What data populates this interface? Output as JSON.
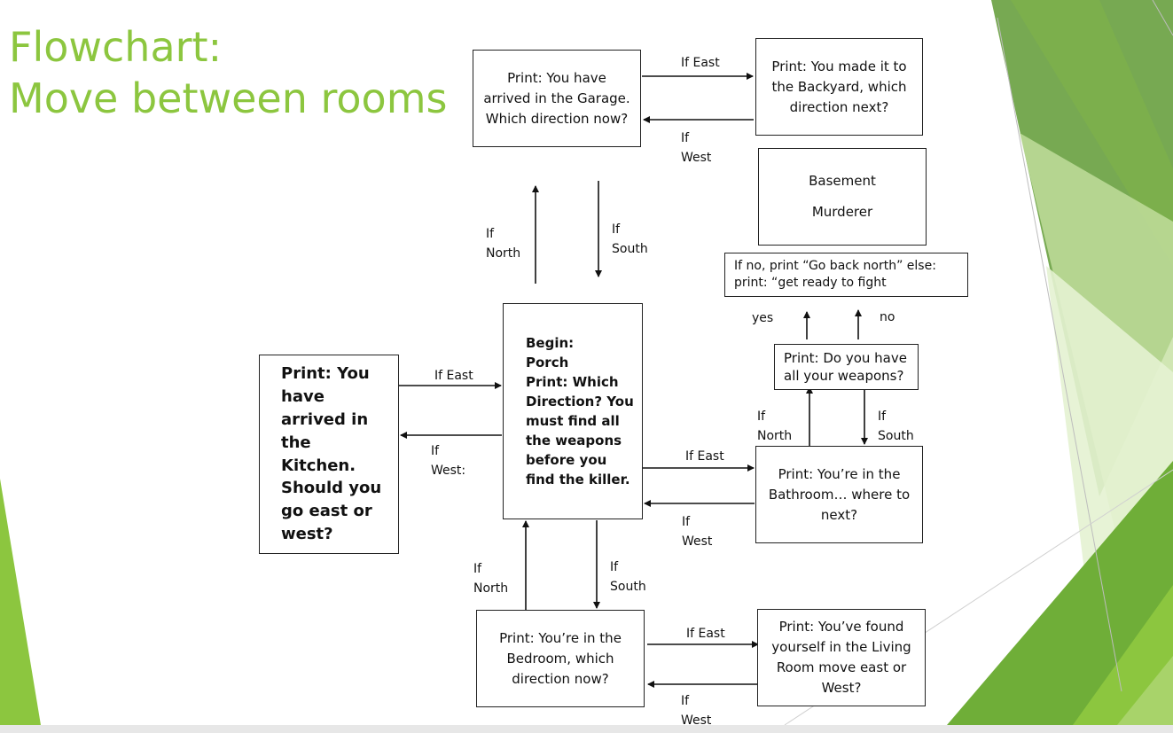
{
  "slide": {
    "title_lines": [
      "Flowchart:",
      "Move between rooms"
    ],
    "colors": {
      "title": "#8cc63f",
      "accent_dark": "#5f9a34",
      "accent_light": "#d8ecb4"
    }
  },
  "nodes": {
    "garage": {
      "lines": [
        "Print: You have",
        "arrived in the Garage.",
        "Which direction now?"
      ]
    },
    "backyard": {
      "lines": [
        "Print: You made it to",
        "the Backyard, which",
        "direction next?"
      ]
    },
    "basement": {
      "lines": [
        "Basement",
        "Murderer"
      ]
    },
    "fight_prompt": {
      "lines": [
        "If no, print “Go back north” else:",
        "print: “get ready to fight"
      ]
    },
    "weapons_check": {
      "lines": [
        "Print: Do you have",
        "all your weapons?"
      ]
    },
    "porch": {
      "lines": [
        "Begin:",
        "Porch",
        "Print: Which",
        "Direction? You",
        "must find all",
        "the weapons",
        "before you",
        "find the killer."
      ]
    },
    "kitchen": {
      "lines": [
        "Print: You",
        "have",
        "arrived in",
        "the",
        "Kitchen.",
        "Should you",
        "go east or",
        "west?"
      ]
    },
    "bathroom": {
      "lines": [
        "Print: You’re in the",
        "Bathroom… where to",
        "next?"
      ]
    },
    "bedroom": {
      "lines": [
        "Print: You’re in the",
        "Bedroom, which",
        "direction now?"
      ]
    },
    "living_room": {
      "lines": [
        "Print: You’ve found",
        "yourself in the Living",
        "Room move east or",
        "West?"
      ]
    }
  },
  "edge_labels": {
    "garage_east": [
      "If East"
    ],
    "backyard_west": [
      "If",
      "West"
    ],
    "porch_north": [
      "If",
      "North"
    ],
    "garage_south": [
      "If",
      "South"
    ],
    "yes": [
      "yes"
    ],
    "no": [
      "no"
    ],
    "kitchen_east": [
      "If East"
    ],
    "porch_west": [
      "If",
      "West:"
    ],
    "porch_east": [
      "If East"
    ],
    "bathroom_west": [
      "If",
      "West"
    ],
    "bathroom_north": [
      "If",
      "North"
    ],
    "bathroom_south": [
      "If",
      "South"
    ],
    "bedroom_north": [
      "If",
      "North"
    ],
    "porch_south": [
      "If",
      "South"
    ],
    "bedroom_east": [
      "If East"
    ],
    "living_west": [
      "If",
      "West"
    ]
  }
}
